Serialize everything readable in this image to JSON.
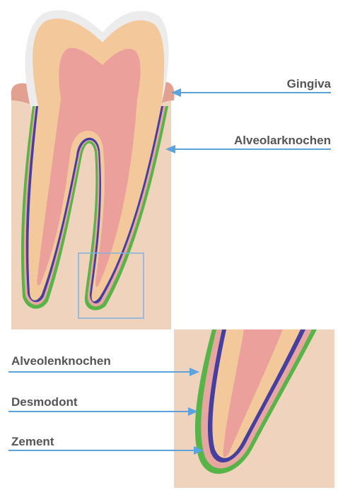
{
  "labels": {
    "gingiva": "Gingiva",
    "alveolarknochen": "Alveolarknochen",
    "alveolenknochen": "Alveolenknochen",
    "desmodont": "Desmodont",
    "zement": "Zement"
  },
  "colors": {
    "bone": "#f0d3bd",
    "gingiva": "#e2a090",
    "enamel": "#ececec",
    "dentin": "#f3c99c",
    "pulp": "#eba09b",
    "cementum": "#e7a6a0",
    "desmodont": "#463f9f",
    "alveolar_bone_line": "#5ab94a",
    "pointer": "#5ba3dc",
    "label_text": "#555555"
  }
}
